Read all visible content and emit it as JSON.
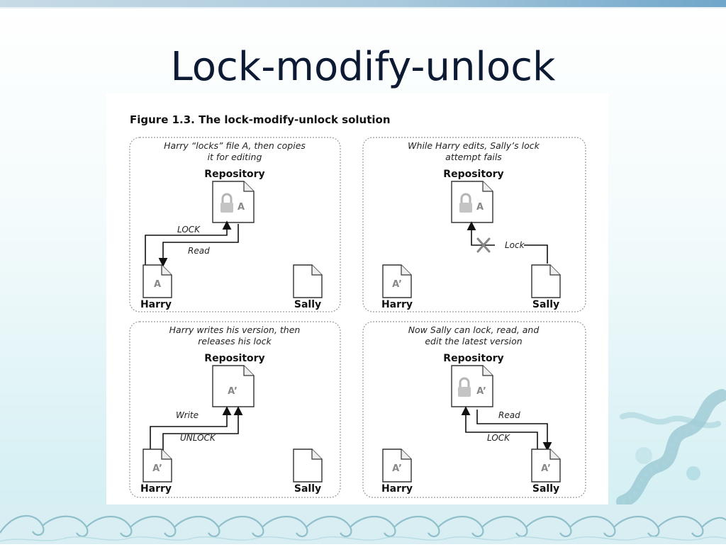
{
  "slide": {
    "title": "Lock-modify-unlock"
  },
  "figure": {
    "caption": "Figure 1.3. The lock-modify-unlock solution",
    "panels": [
      {
        "caption_line1": "Harry “locks” file A, then copies",
        "caption_line2": "it for editing",
        "repository": "Repository",
        "repo_file": "A",
        "arrow_label_1": "LOCK",
        "arrow_label_2": "Read",
        "harry_file": "A",
        "sally_file": "",
        "left_user": "Harry",
        "right_user": "Sally"
      },
      {
        "caption_line1": "While Harry edits, Sally’s lock",
        "caption_line2": "attempt fails",
        "repository": "Repository",
        "repo_file": "A",
        "arrow_label_1": "Lock",
        "harry_file": "A’",
        "sally_file": "",
        "left_user": "Harry",
        "right_user": "Sally"
      },
      {
        "caption_line1": "Harry writes his version, then",
        "caption_line2": "releases his lock",
        "repository": "Repository",
        "repo_file": "A’",
        "arrow_label_1": "Write",
        "arrow_label_2": "UNLOCK",
        "harry_file": "A’",
        "sally_file": "",
        "left_user": "Harry",
        "right_user": "Sally"
      },
      {
        "caption_line1": "Now Sally can lock, read, and",
        "caption_line2": "edit the latest version",
        "repository": "Repository",
        "repo_file": "A’",
        "arrow_label_1": "Read",
        "arrow_label_2": "LOCK",
        "harry_file": "A’",
        "sally_file": "A’",
        "left_user": "Harry",
        "right_user": "Sally"
      }
    ]
  }
}
